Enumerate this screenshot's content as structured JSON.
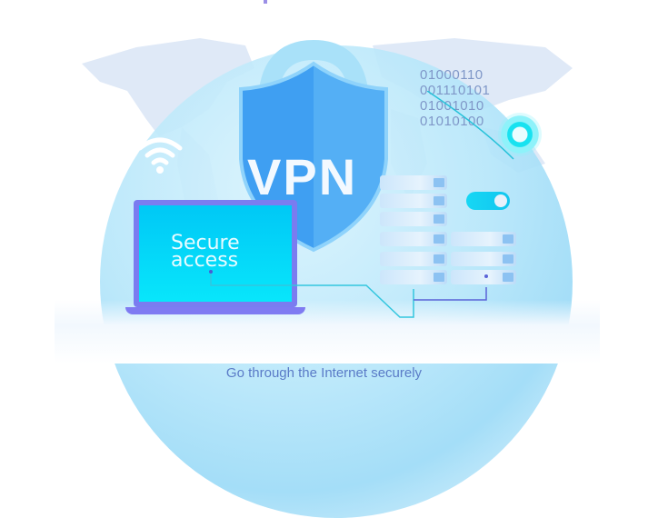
{
  "illustration": {
    "title": "VPN",
    "laptop_screen_text_line1": "Secure",
    "laptop_screen_text_line2": "access",
    "caption": "Go through the Internet securely",
    "binary_lines": [
      "01000110",
      "001110101",
      "01001010",
      "01010100"
    ],
    "icons": [
      "wifi-icon",
      "shield-icon",
      "padlock-icon",
      "laptop-icon",
      "server-rack-icon",
      "toggle-switch-icon",
      "signal-pulse-icon",
      "world-map"
    ],
    "toggle_state": "on",
    "colors": {
      "shield": "#3a9af0",
      "shield_light": "#5cb6f6",
      "laptop_frame": "#7a7cf0",
      "laptop_screen": "#07d4f8",
      "caption_text": "#5a7bc7",
      "binary_text": "#7f97c8",
      "accent_cyan": "#17d7f4",
      "globe": "#b5e6fa"
    }
  }
}
